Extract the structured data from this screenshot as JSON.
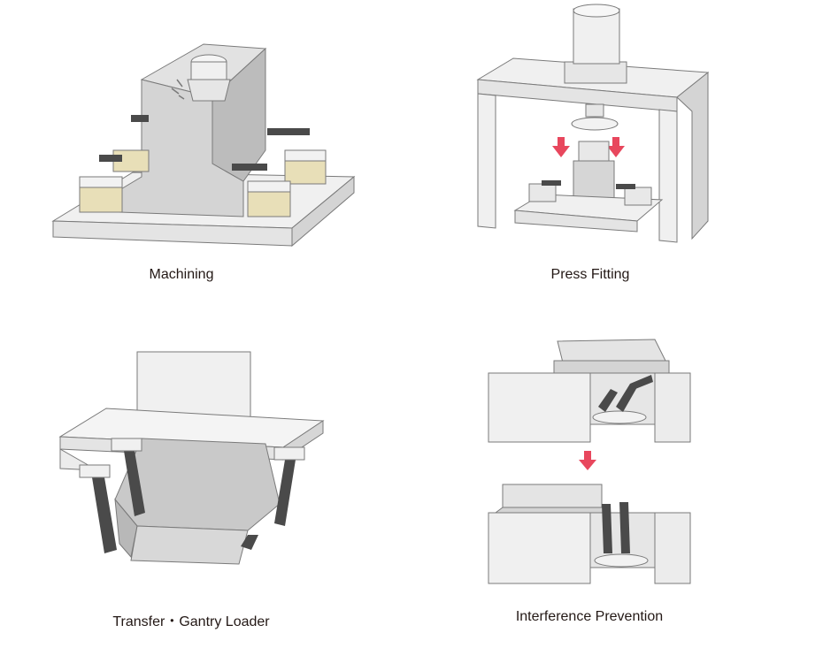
{
  "captions": {
    "machining": "Machining",
    "press_fitting": "Press Fitting",
    "transfer": "Transfer・Gantry Loader",
    "interference": "Interference Prevention"
  },
  "colors": {
    "steel": "#d9d9d9",
    "steel_dark": "#bcbcbc",
    "plate": "#f0f0f0",
    "outline": "#7a7a7a",
    "clamp_dark": "#4a4a4a",
    "clamp_base": "#e8dfb8",
    "arrow": "#e8475d"
  }
}
